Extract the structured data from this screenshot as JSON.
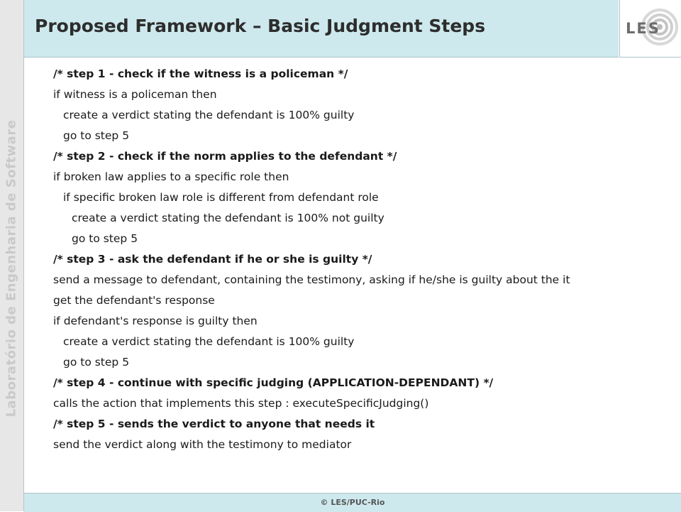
{
  "sidebar": {
    "label": "Laboratório de Engenharia de Software"
  },
  "header": {
    "title": "Proposed Framework – Basic Judgment Steps"
  },
  "logo": {
    "text": "LES"
  },
  "content": {
    "lines": [
      "/* step 1 - check if the witness is a policeman */",
      "if witness is a policeman then",
      "create a verdict stating the defendant is 100% guilty",
      "go to step 5",
      "/* step 2 - check if the norm applies to the defendant */",
      "if broken law applies to a specific role then",
      "if specific broken law role is different from defendant role",
      "create a verdict stating the defendant is 100% not guilty",
      "go to step 5",
      "/* step 3 - ask the defendant if he or she is guilty */",
      "send a message to defendant, containing the testimony, asking if he/she is guilty about the it",
      "get the defendant's response",
      "if defendant's response is guilty then",
      "create a verdict stating the defendant is 100% guilty",
      "go to step 5",
      "/* step 4 - continue with specific judging (APPLICATION-DEPENDANT) */",
      "calls the action that implements this step : executeSpecificJudging()",
      "/* step 5 - sends the verdict to anyone that needs it",
      "send the verdict along with the testimony to mediator"
    ]
  },
  "footer": {
    "text": "© LES/PUC-Rio"
  }
}
